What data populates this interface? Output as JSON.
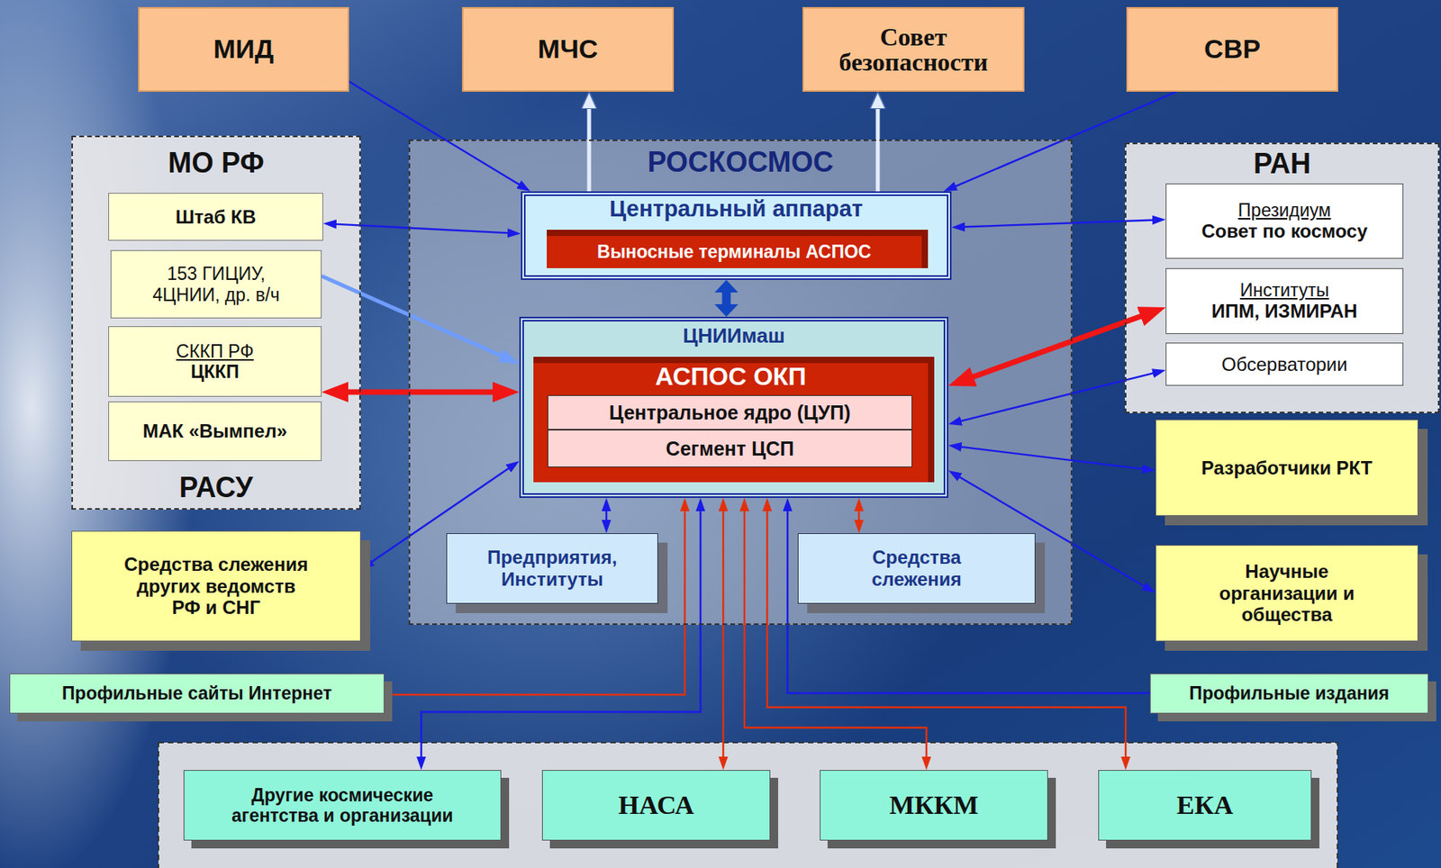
{
  "diagram": {
    "nodes": [
      {
        "text": [
          "МИД"
        ]
      },
      {
        "text": [
          "МЧС"
        ]
      },
      {
        "text": [
          "Совет безопасности"
        ]
      },
      {
        "text": [
          "СВР"
        ]
      },
      {
        "text": [
          "МО РФ",
          "РАСУ"
        ]
      },
      {
        "text": [
          "Штаб КВ"
        ],
        "in": 4
      },
      {
        "text": [
          "153 ГИЦИУ, 4ЦНИИ, др. в/ч"
        ],
        "in": 4
      },
      {
        "text": [
          "СККП РФ",
          "ЦККП"
        ],
        "in": 4
      },
      {
        "text": [
          "МАК «Вымпел»"
        ],
        "in": 4
      },
      {
        "text": [
          "РОСКОСМОС"
        ]
      },
      {
        "text": [
          "Центральный аппарат"
        ],
        "in": 9
      },
      {
        "text": [
          "Выносные терминалы АСПОС"
        ],
        "in": 10
      },
      {
        "text": [
          "ЦНИИмаш"
        ],
        "in": 9
      },
      {
        "text": [
          "АСПОС ОКП"
        ],
        "in": 12
      },
      {
        "text": [
          "Центральное ядро (ЦУП)"
        ],
        "in": 13
      },
      {
        "text": [
          "Сегмент ЦСП"
        ],
        "in": 13
      },
      {
        "text": [
          "Предприятия, Институты"
        ],
        "in": 9
      },
      {
        "text": [
          "Средства слежения"
        ],
        "in": 9
      },
      {
        "text": [
          "РАН"
        ]
      },
      {
        "text": [
          "Президиум",
          "Совет по космосу"
        ],
        "in": 18
      },
      {
        "text": [
          "Институты",
          "ИПМ, ИЗМИРАН"
        ],
        "in": 18
      },
      {
        "text": [
          "Обсерватории"
        ],
        "in": 18
      },
      {
        "text": [
          "Разработчики РКТ"
        ]
      },
      {
        "text": [
          "Средства слежения других ведомств РФ и СНГ"
        ]
      },
      {
        "text": [
          "Научные организации и общества"
        ]
      },
      {
        "text": [
          "Профильные сайты Интернет"
        ]
      },
      {
        "text": [
          "Профильные издания"
        ]
      },
      {
        "text": [
          "Другие космические агентства и организации"
        ]
      },
      {
        "text": [
          "НАСА"
        ]
      },
      {
        "text": [
          "МККМ"
        ]
      },
      {
        "text": [
          "ЕКА"
        ]
      }
    ],
    "edges": [
      {
        "from": 0,
        "to": 10,
        "arrow": "to"
      },
      {
        "from": 10,
        "to": 1,
        "arrow": "to"
      },
      {
        "from": 10,
        "to": 2,
        "arrow": "to"
      },
      {
        "from": 3,
        "to": 10,
        "arrow": "to"
      },
      {
        "from": 5,
        "to": 10,
        "arrow": "both"
      },
      {
        "from": 6,
        "to": 12,
        "arrow": "to"
      },
      {
        "from": 7,
        "to": 12,
        "arrow": "both"
      },
      {
        "from": 10,
        "to": 12,
        "arrow": "both"
      },
      {
        "from": 10,
        "to": 19,
        "arrow": "both"
      },
      {
        "from": 12,
        "to": 20,
        "arrow": "both"
      },
      {
        "from": 12,
        "to": 21,
        "arrow": "both"
      },
      {
        "from": 12,
        "to": 22,
        "arrow": "both"
      },
      {
        "from": 12,
        "to": 24,
        "arrow": "both"
      },
      {
        "from": 23,
        "to": 12,
        "arrow": "both"
      },
      {
        "from": 12,
        "to": 16,
        "arrow": "both"
      },
      {
        "from": 12,
        "to": 17,
        "arrow": "both"
      },
      {
        "from": 25,
        "to": 12,
        "arrow": "to"
      },
      {
        "from": 12,
        "to": 27,
        "arrow": "both"
      },
      {
        "from": 12,
        "to": 28,
        "arrow": "both"
      },
      {
        "from": 12,
        "to": 29,
        "arrow": "both"
      },
      {
        "from": 12,
        "to": 30,
        "arrow": "both"
      },
      {
        "from": 26,
        "to": 12,
        "arrow": "to"
      }
    ]
  }
}
